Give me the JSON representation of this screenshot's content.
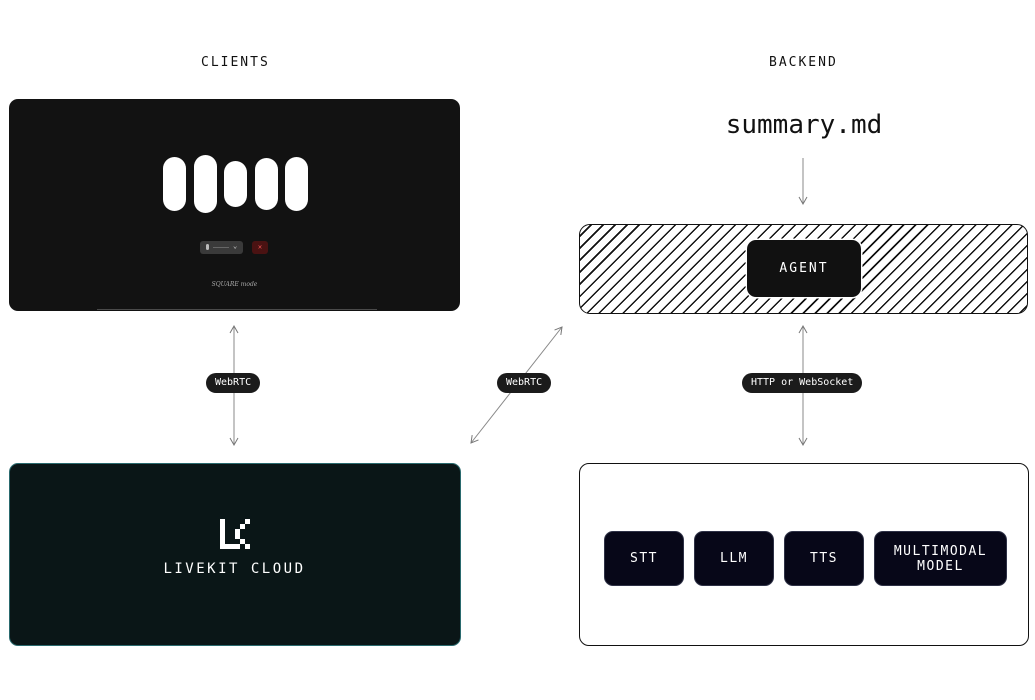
{
  "labels": {
    "clients": "CLIENTS",
    "backend": "BACKEND"
  },
  "client_app": {
    "brand": "SQUARE mode",
    "visualizer_bars": [
      {
        "height_fraction": 0.94
      },
      {
        "height_fraction": 1.0
      },
      {
        "height_fraction": 0.8
      },
      {
        "height_fraction": 0.9
      },
      {
        "height_fraction": 0.94
      }
    ]
  },
  "backend": {
    "summary_file": "summary.md",
    "agent": "AGENT"
  },
  "connections": {
    "client_to_cloud": "WebRTC",
    "cloud_to_agent": "WebRTC",
    "agent_to_models": "HTTP or WebSocket"
  },
  "livekit": {
    "name": "LIVEKIT CLOUD"
  },
  "models": {
    "stt": "STT",
    "llm": "LLM",
    "tts": "TTS",
    "multimodal": "MULTIMODAL\nMODEL"
  },
  "colors": {
    "client_panel": "#121212",
    "livekit_panel": "#0a1617",
    "livekit_border": "#2a6a6e",
    "model_fill": "#070718",
    "pill": "#1b1b1b"
  }
}
